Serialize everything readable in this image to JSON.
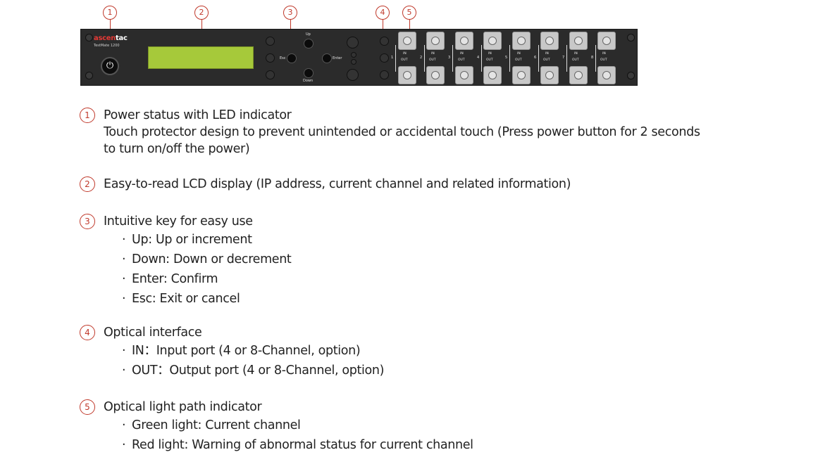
{
  "device": {
    "brand_part1": "ascen",
    "brand_part2": "tac",
    "model": "TestMate 1200",
    "keys": {
      "up": "Up",
      "down": "Down",
      "esc": "Esc",
      "enter": "Enter"
    },
    "port_in_label": "IN",
    "port_out_label": "OUT",
    "channels": [
      "1",
      "2",
      "3",
      "4",
      "5",
      "6",
      "7",
      "8"
    ]
  },
  "callouts": [
    "1",
    "2",
    "3",
    "4",
    "5"
  ],
  "items": [
    {
      "num": "1",
      "title": "Power status with LED indicator",
      "lines": [
        "Touch protector design to prevent unintended or accidental touch (Press power button for 2 seconds",
        "to turn on/off the power)"
      ],
      "bullets": []
    },
    {
      "num": "2",
      "title": "Easy-to-read LCD display (IP address, current channel and related information)",
      "lines": [],
      "bullets": []
    },
    {
      "num": "3",
      "title": "Intuitive key for easy use",
      "lines": [],
      "bullets": [
        "Up: Up or increment",
        "Down: Down or decrement",
        "Enter: Confirm",
        "Esc: Exit or cancel"
      ]
    },
    {
      "num": "4",
      "title": "Optical interface",
      "lines": [],
      "bullets": [
        "IN：Input port (4 or 8-Channel, option)",
        "OUT：Output port (4 or 8-Channel, option)"
      ]
    },
    {
      "num": "5",
      "title": "Optical light path indicator",
      "lines": [],
      "bullets": [
        "Green light: Current channel",
        "Red light: Warning of abnormal status for current channel"
      ]
    }
  ]
}
